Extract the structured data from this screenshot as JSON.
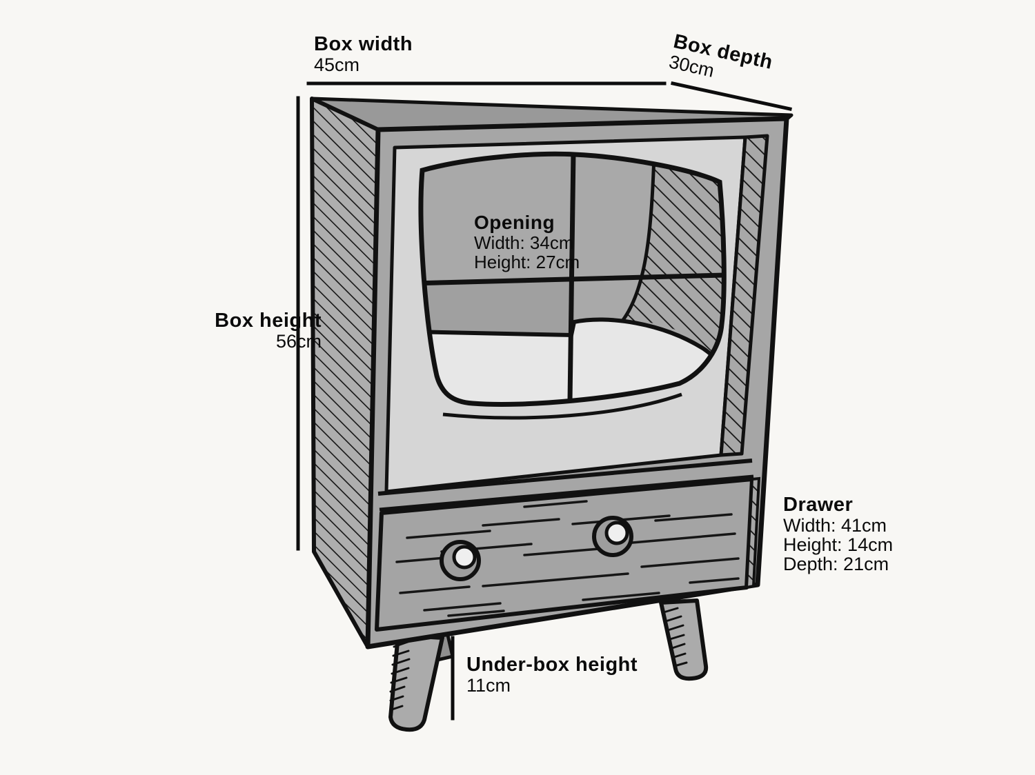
{
  "diagram": {
    "subject": "tv-style-cabinet-dimension-diagram",
    "annotations": {
      "box_width": {
        "title": "Box width",
        "value": "45cm"
      },
      "box_depth": {
        "title": "Box depth",
        "value": "30cm"
      },
      "box_height": {
        "title": "Box height",
        "value": "56cm"
      },
      "opening": {
        "title": "Opening",
        "line1": "Width: 34cm",
        "line2": "Height: 27cm"
      },
      "drawer": {
        "title": "Drawer",
        "line1": "Width: 41cm",
        "line2": "Height: 14cm",
        "line3": "Depth: 21cm"
      },
      "under_box": {
        "title": "Under-box height",
        "value": "11cm"
      }
    },
    "colors": {
      "background": "#f8f7f4",
      "outline": "#111111",
      "top_face": "#999999",
      "side_panel": "#aeaeae",
      "front_frame": "#a6a6a6",
      "inner_panel": "#d6d6d6",
      "screen": "#a9a9a9",
      "screen_lower_band": "#a0a0a0",
      "screen_floor": "#e7e7e7",
      "drawer_front": "#a4a4a4",
      "leg": "#ababab",
      "knob_highlight": "#efefef"
    }
  }
}
